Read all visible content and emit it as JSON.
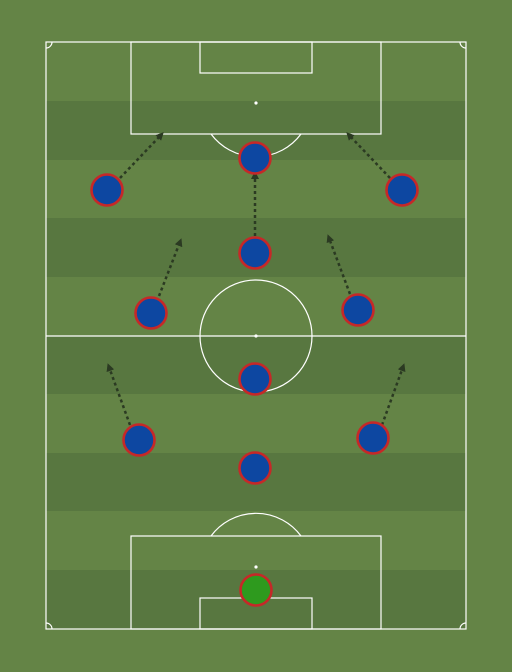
{
  "pitch": {
    "grass_light": "#648446",
    "grass_dark": "#587740",
    "line_color": "#ffffff"
  },
  "players": {
    "outfield_fill": "#0d47a1",
    "goalkeeper_fill": "#2e9a1e",
    "ring_color": "#c62828",
    "list": [
      {
        "id": "gk",
        "role": "goalkeeper"
      },
      {
        "id": "cb",
        "role": "outfield"
      },
      {
        "id": "dm",
        "role": "outfield"
      },
      {
        "id": "lw-back",
        "role": "outfield"
      },
      {
        "id": "rw-back",
        "role": "outfield"
      },
      {
        "id": "lcm",
        "role": "outfield"
      },
      {
        "id": "rcm",
        "role": "outfield"
      },
      {
        "id": "am",
        "role": "outfield"
      },
      {
        "id": "lw",
        "role": "outfield"
      },
      {
        "id": "st",
        "role": "outfield"
      },
      {
        "id": "rw",
        "role": "outfield"
      }
    ]
  },
  "arrows": {
    "color": "#2b3a22",
    "style": "dotted",
    "count": 7
  }
}
